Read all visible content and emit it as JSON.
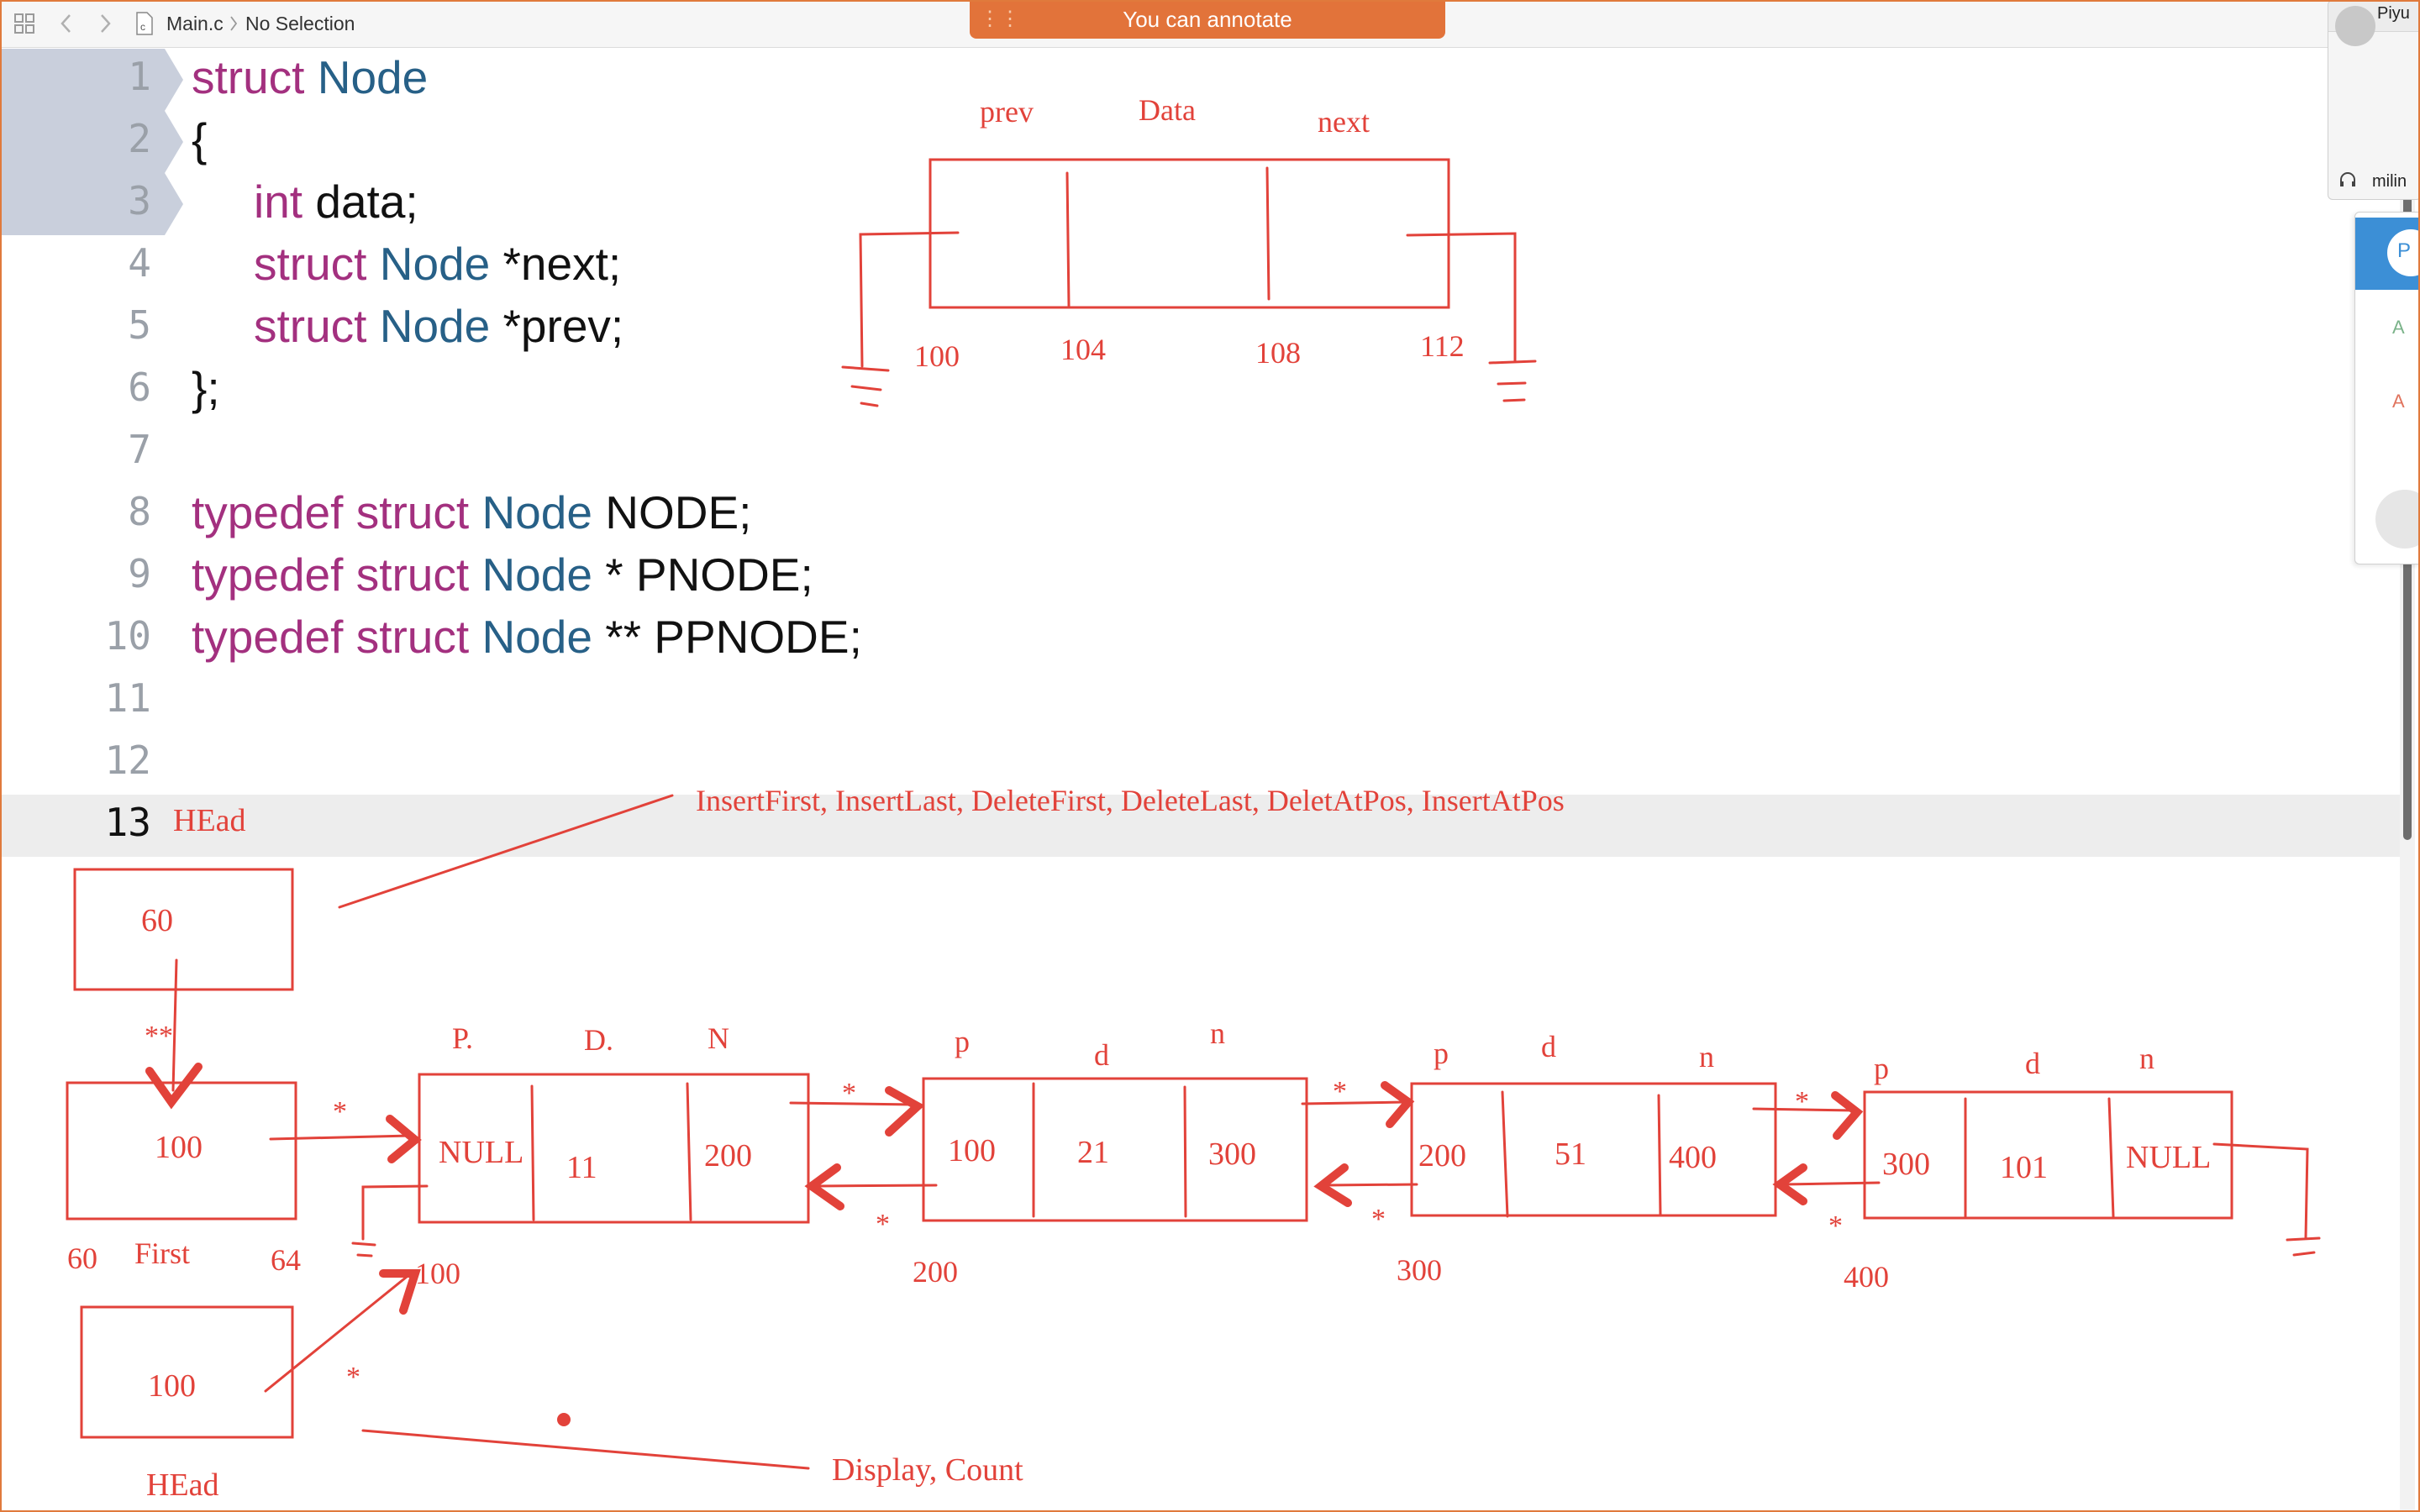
{
  "toolbar": {
    "file_name": "Main.c",
    "selection": "No Selection",
    "annotate_banner": "You can annotate"
  },
  "side_panel": {
    "user_name_partial": "Piyu",
    "meeting_name_partial": "milin",
    "item_1": "P",
    "item_2": "A",
    "item_3": "A"
  },
  "editor": {
    "line_numbers": [
      "1",
      "2",
      "3",
      "4",
      "5",
      "6",
      "7",
      "8",
      "9",
      "10",
      "11",
      "12",
      "13"
    ],
    "current_line": "13",
    "code": {
      "l1_kw": "struct",
      "l1_ty": "Node",
      "l2": "{",
      "l3_kw": "int",
      "l3_rest": "data;",
      "l4_kw": "struct",
      "l4_ty": "Node",
      "l4_rest": "*next;",
      "l5_kw": "struct",
      "l5_ty": "Node",
      "l5_rest": "*prev;",
      "l6": "};",
      "l8_kw": "typedef struct",
      "l8_ty": "Node",
      "l8_rest": "NODE;",
      "l9_kw": "typedef struct",
      "l9_ty": "Node",
      "l9_rest": "* PNODE;",
      "l10_kw": "typedef struct",
      "l10_ty": "Node",
      "l10_rest": "** PPNODE;"
    }
  },
  "annotations": {
    "node_diagram": {
      "prev": "prev",
      "data": "Data",
      "next": "next",
      "addr": [
        "100",
        "104",
        "108",
        "112"
      ]
    },
    "head_label": "HEad",
    "ops_text": "InsertFirst, InsertLast, DeleteFirst, DeleteLast, DeletAtPos, InsertAtPos",
    "head_box_value": "60",
    "first_box": {
      "value": "100",
      "left_addr": "60",
      "label": "First",
      "right_addr": "64"
    },
    "double_star": "**",
    "star": "*",
    "nodes": [
      {
        "h_p": "P.",
        "h_d": "D.",
        "h_n": "N",
        "prev": "NULL",
        "data": "11",
        "next": "200",
        "addr": "100"
      },
      {
        "h_p": "p",
        "h_d": "d",
        "h_n": "n",
        "prev": "100",
        "data": "21",
        "next": "300",
        "addr": "200"
      },
      {
        "h_p": "p",
        "h_d": "d",
        "h_n": "n",
        "prev": "200",
        "data": "51",
        "next": "400",
        "addr": "300"
      },
      {
        "h_p": "p",
        "h_d": "d",
        "h_n": "n",
        "prev": "300",
        "data": "101",
        "next": "NULL",
        "addr": "400"
      }
    ],
    "head_box2": {
      "value": "100",
      "label": "HEad"
    },
    "display_text": "Display, Count"
  },
  "colors": {
    "ink": "#e2423a",
    "keyword": "#a3307f",
    "type": "#276087",
    "banner": "#e2733a"
  }
}
